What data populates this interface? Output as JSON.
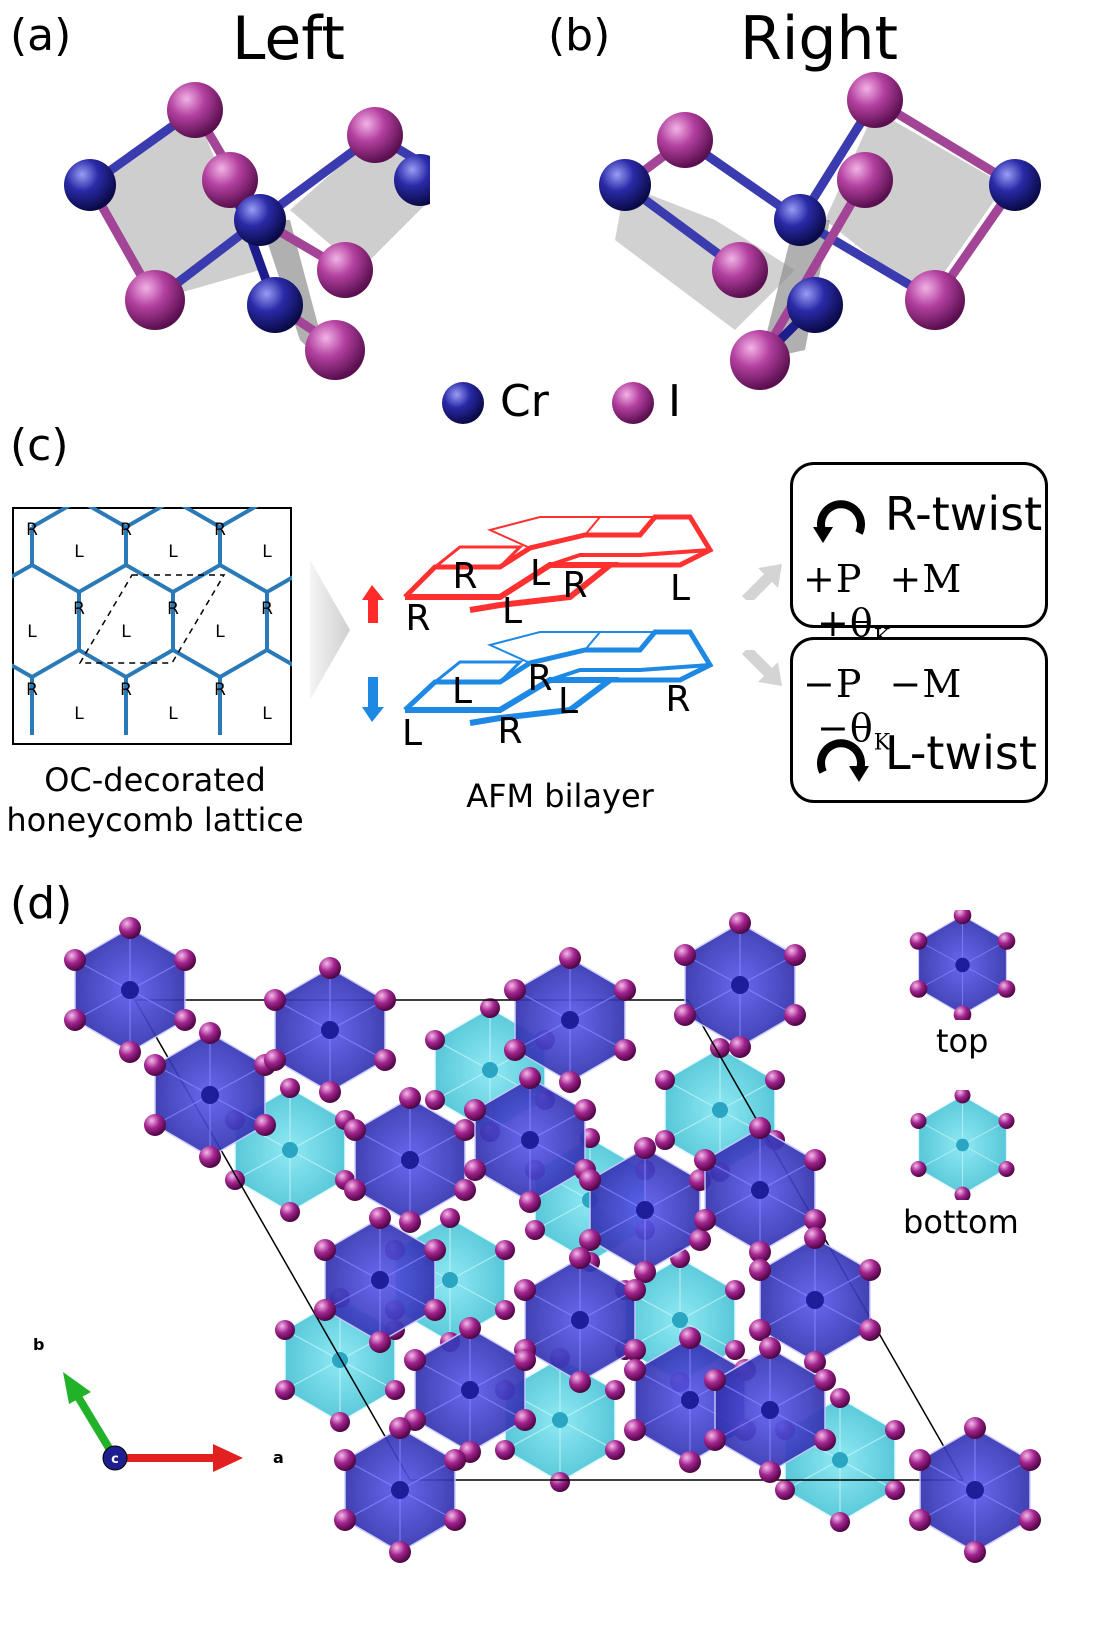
{
  "panel_a": {
    "tag": "(a)",
    "title": "Left"
  },
  "panel_b": {
    "tag": "(b)",
    "title": "Right"
  },
  "legend_atoms": [
    {
      "symbol": "Cr",
      "color": "#1f1c8f"
    },
    {
      "symbol": "I",
      "color": "#a0388f"
    }
  ],
  "panel_c": {
    "tag": "(c)",
    "lattice_caption_line1": "OC-decorated",
    "lattice_caption_line2": "honeycomb lattice",
    "bilayer_caption": "AFM bilayer",
    "lattice_letters": [
      "R",
      "L"
    ],
    "top_layer_letters": [
      "R",
      "L",
      "R",
      "L",
      "R",
      "L"
    ],
    "bottom_layer_letters": [
      "L",
      "R",
      "L",
      "R",
      "L",
      "R"
    ],
    "r_twist": {
      "title": "R-twist",
      "sign": "+",
      "quantities": [
        "+P",
        "+M",
        "+θ",
        "K"
      ]
    },
    "l_twist": {
      "title": "L-twist",
      "sign": "−",
      "quantities": [
        "−P",
        "−M",
        "−θ",
        "K"
      ]
    },
    "layer_colors": {
      "top": "#ff3333",
      "bottom": "#1e88e5"
    }
  },
  "panel_d": {
    "tag": "(d)",
    "legend_top": "top",
    "legend_bottom": "bottom",
    "axis_b": "b",
    "axis_a": "a",
    "axis_c": "c",
    "colors": {
      "top": "#3b3bcf",
      "bottom": "#5fd6e8",
      "iodine": "#a3248f"
    }
  }
}
